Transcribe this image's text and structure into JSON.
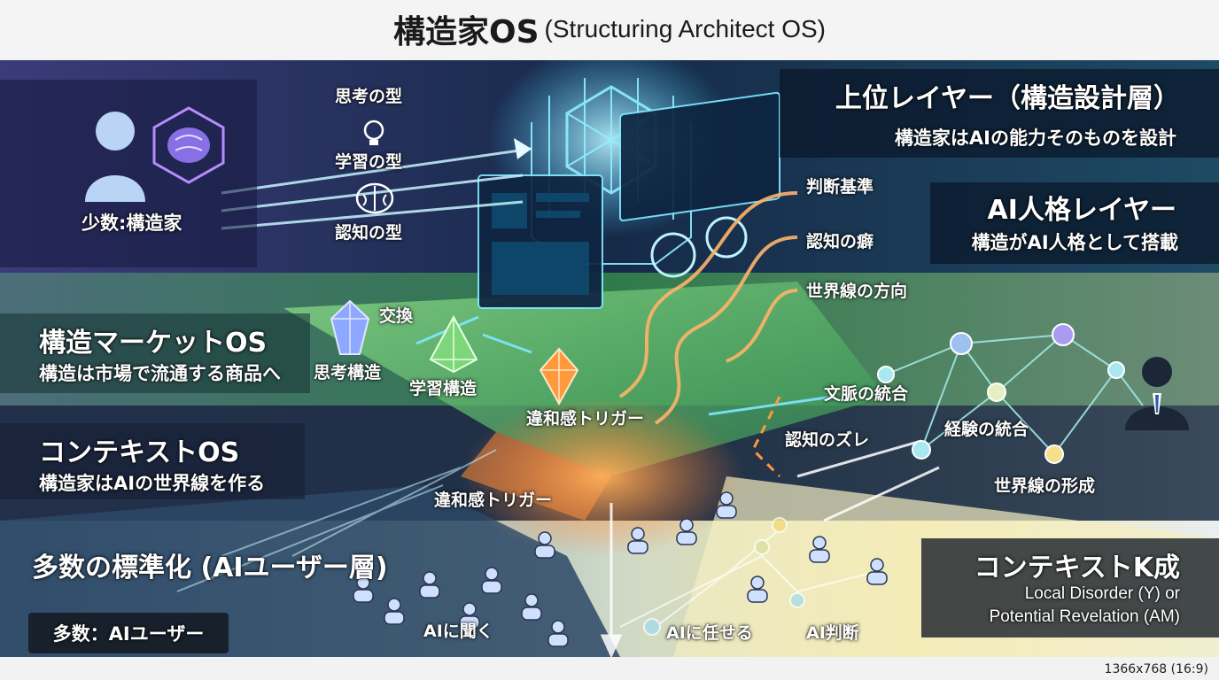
{
  "title": {
    "main": "構造家OS",
    "sub": "(Structuring Architect OS)"
  },
  "footer": "1366x768 (16:9)",
  "layers": {
    "upper": {
      "title": "上位レイヤー（構造設計層）",
      "sub": "構造家はAIの能力そのものを設計"
    },
    "persona": {
      "title": "AI人格レイヤー",
      "sub": "構造がAI人格として搭載"
    },
    "market": {
      "title": "構造マーケットOS",
      "sub": "構造は市場で流通する商品へ"
    },
    "context": {
      "title": "コンテキストOS",
      "sub": "構造家はAIの世界線を作る"
    },
    "standard": {
      "title": "多数の標準化 (AIユーザー層)",
      "badge": "多数：AIユーザー"
    },
    "kform": {
      "title": "コンテキストK成",
      "sub1": "Local Disorder (Y) or",
      "sub2": "Potential Revelation (AM)"
    }
  },
  "architect_label": "少数:構造家",
  "thought_types": [
    "思考の型",
    "学習の型",
    "認知の型"
  ],
  "criteria": [
    "判断基準",
    "認知の癖",
    "世界線の方向"
  ],
  "exchange": {
    "label": "交換",
    "items": [
      "思考構造",
      "学習構造"
    ]
  },
  "triggers": [
    "違和感トリガー",
    "違和感トリガー"
  ],
  "network": [
    "文脈の統合",
    "経験の統合",
    "世界線の形成",
    "認知のズレ"
  ],
  "actions": [
    "AIに聞く",
    "AIに任せる",
    "AI判断"
  ],
  "colors": {
    "accent_cyan": "#7fe7ff",
    "orange": "#ff9a3c",
    "green": "#7ed67a",
    "gold": "#ffd36a"
  }
}
